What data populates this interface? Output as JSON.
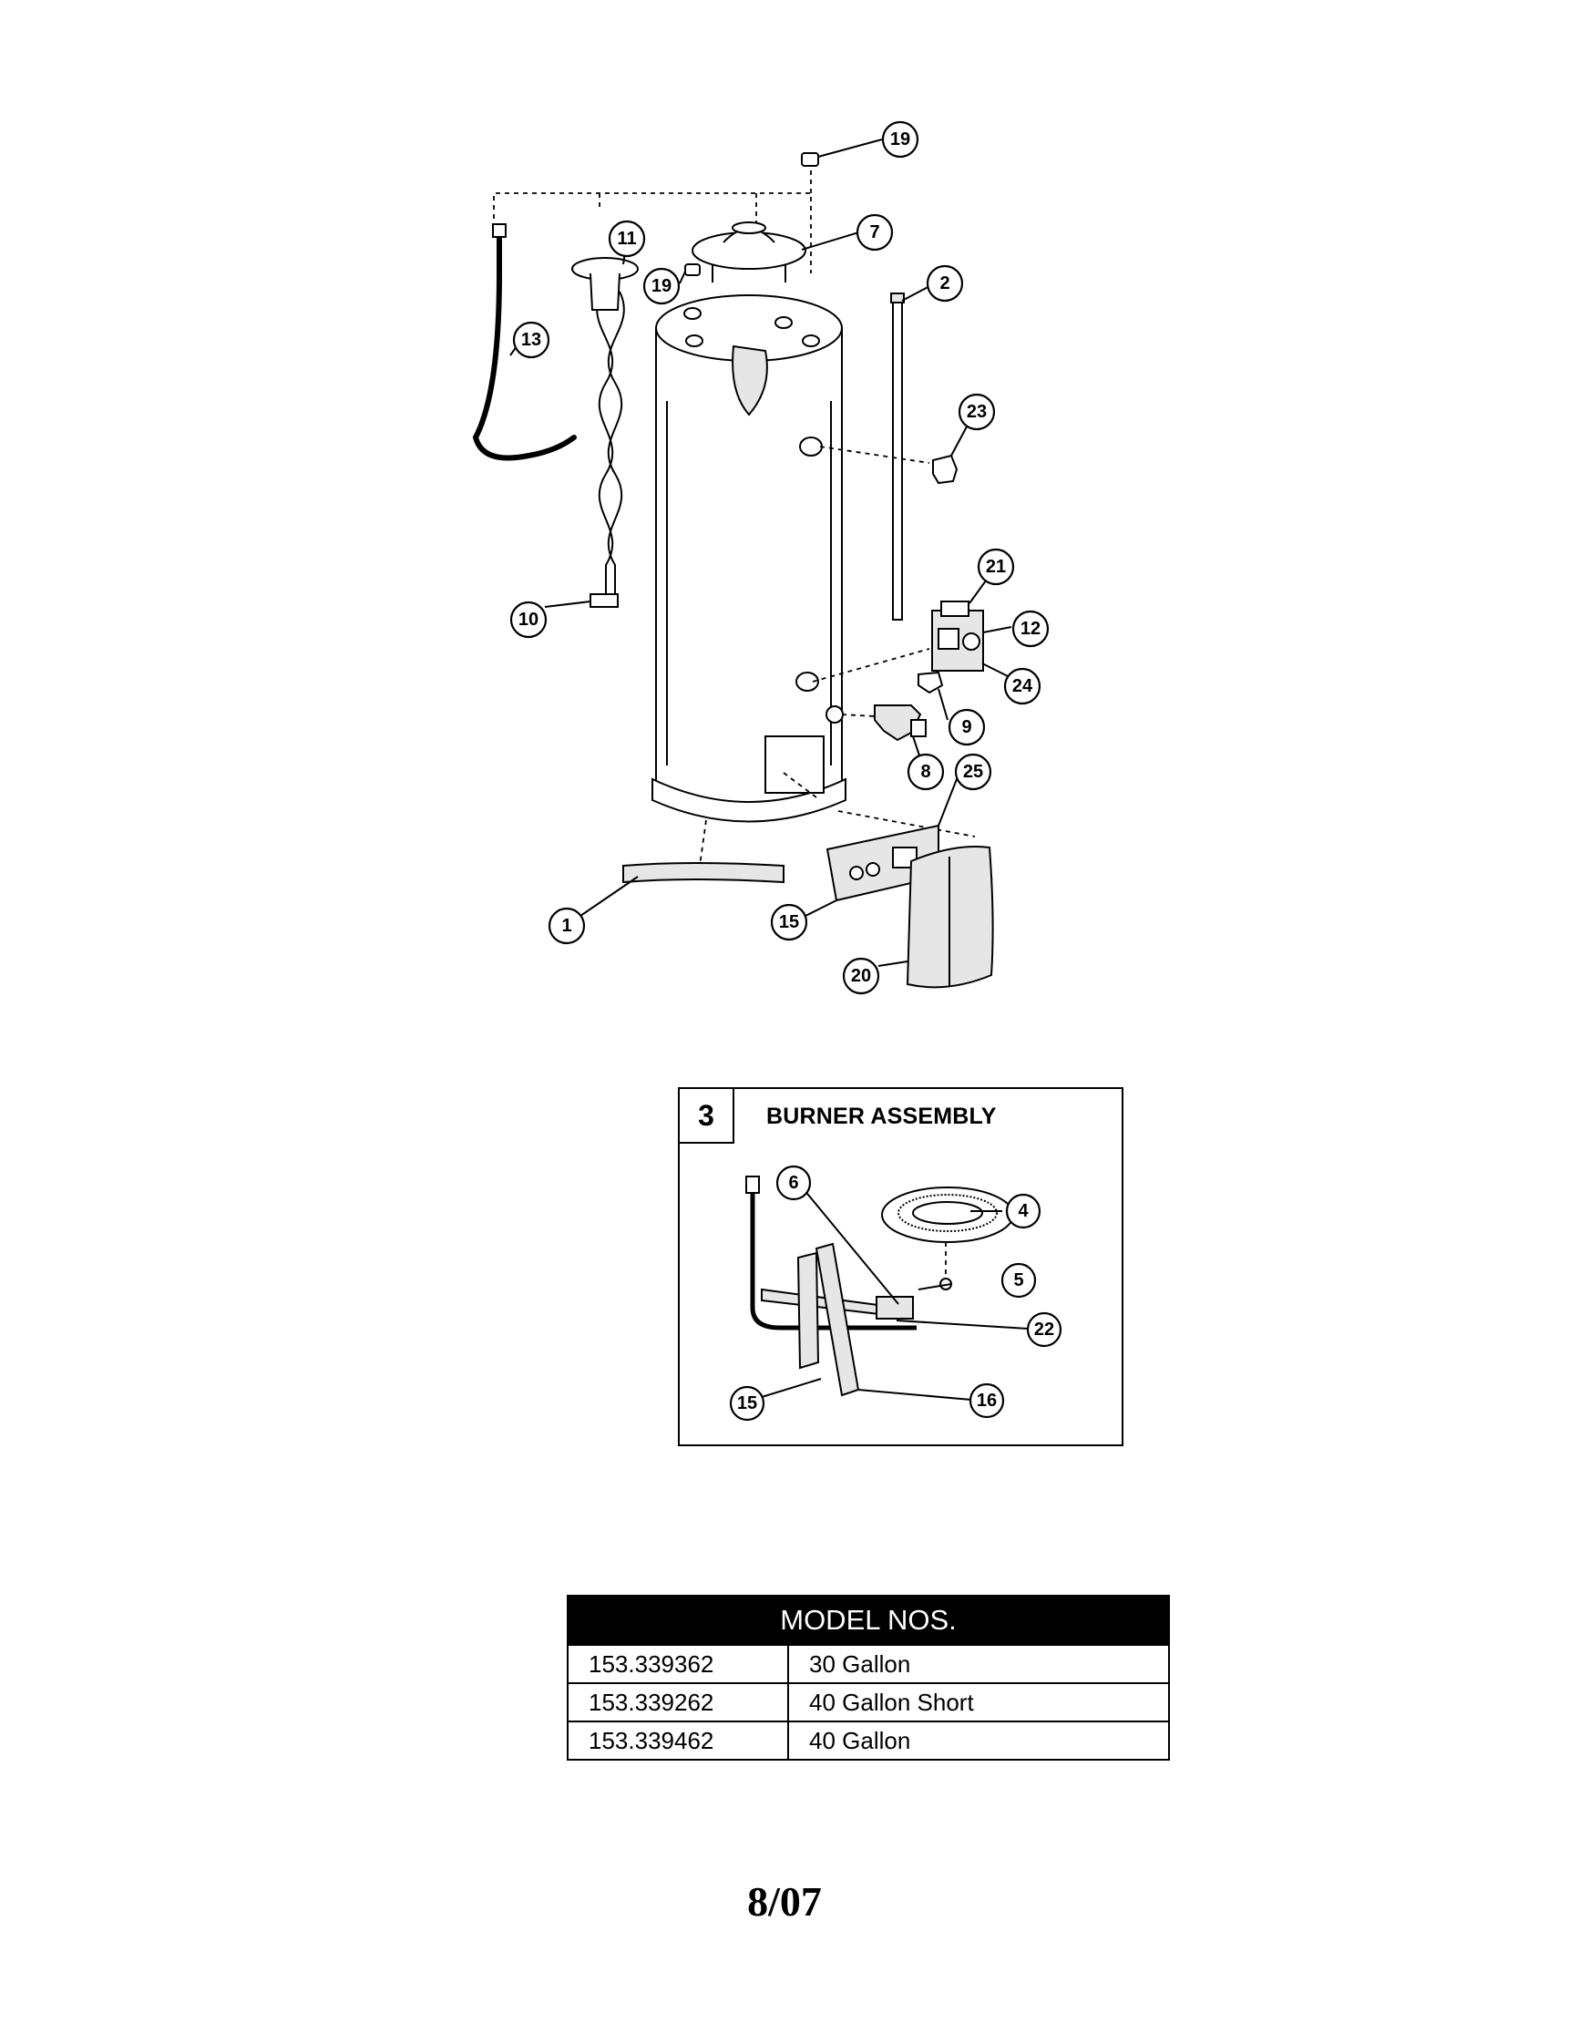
{
  "callouts": {
    "c1": "1",
    "c2": "2",
    "c7": "7",
    "c8": "8",
    "c9": "9",
    "c10": "10",
    "c11": "11",
    "c12": "12",
    "c13": "13",
    "c15": "15",
    "c19a": "19",
    "c19b": "19",
    "c20": "20",
    "c21": "21",
    "c23": "23",
    "c24": "24",
    "c25": "25"
  },
  "burner_assembly": {
    "number": "3",
    "title": "BURNER ASSEMBLY",
    "callouts": {
      "c4": "4",
      "c5": "5",
      "c6": "6",
      "c15": "15",
      "c16": "16",
      "c22": "22"
    }
  },
  "model_table": {
    "header": "MODEL NOS.",
    "rows": [
      {
        "model": "153.339362",
        "description": "30 Gallon"
      },
      {
        "model": "153.339262",
        "description": "40 Gallon Short"
      },
      {
        "model": "153.339462",
        "description": "40 Gallon"
      }
    ]
  },
  "page_date": "8/07"
}
